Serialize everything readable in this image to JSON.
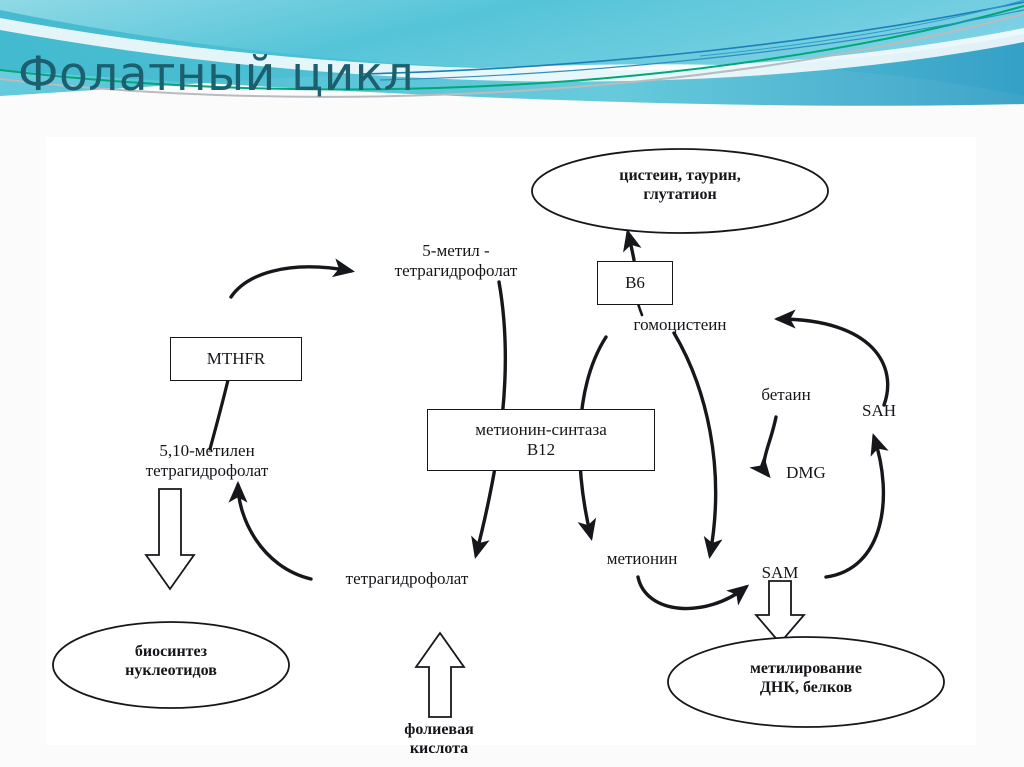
{
  "slide": {
    "title": "Фолатный цикл",
    "title_color": "#1c5f6e",
    "background_color": "#fbfbfc",
    "panel_color": "#ffffff"
  },
  "theme": {
    "wave_teal": "#39b9cd",
    "wave_light": "#a9e1ec",
    "wave_green": "#00a878",
    "wave_blue": "#1c7fb5",
    "wave_gray": "#b8bcc0",
    "stroke": "#15171b"
  },
  "diagram": {
    "type": "biochemical-pathway",
    "name": "folate-cycle",
    "nodes": [
      {
        "id": "cysteine-taurine-glutathione",
        "shape": "ellipse",
        "bold": true,
        "label": "цистеин, таурин,\nглутатион"
      },
      {
        "id": "b6",
        "shape": "box",
        "label": "B6"
      },
      {
        "id": "homocysteine",
        "shape": "plain",
        "label": "гомоцистеин"
      },
      {
        "id": "methyl-thf",
        "shape": "plain",
        "label": "5-метил -\nтетрагидрофолат"
      },
      {
        "id": "mthfr",
        "shape": "box",
        "label": "MTHFR"
      },
      {
        "id": "methylene-thf",
        "shape": "plain",
        "label": "5,10-метилен\nтетрагидрофолат"
      },
      {
        "id": "methionine-synthase-b12",
        "shape": "box",
        "label": "метионин-синтаза\nB12"
      },
      {
        "id": "betaine",
        "shape": "plain",
        "label": "бетаин"
      },
      {
        "id": "sah",
        "shape": "plain",
        "label": "SAH"
      },
      {
        "id": "dmg",
        "shape": "plain",
        "label": "DMG"
      },
      {
        "id": "thf",
        "shape": "plain",
        "label": "тетрагидрофолат"
      },
      {
        "id": "methionine",
        "shape": "plain",
        "label": "метионин"
      },
      {
        "id": "sam",
        "shape": "plain",
        "label": "SAM"
      },
      {
        "id": "nucleotide-biosynthesis",
        "shape": "ellipse",
        "bold": true,
        "label": "биосинтез\nнуклеотидов"
      },
      {
        "id": "folic-acid",
        "shape": "plain",
        "bold": true,
        "label": "фолиевая\nкислота"
      },
      {
        "id": "dna-protein-methylation",
        "shape": "ellipse",
        "bold": true,
        "label": "метилирование\nДНК, белков"
      }
    ],
    "edges": [
      {
        "from": "b6",
        "to": "cysteine-taurine-glutathione",
        "style": "solid-arrow"
      },
      {
        "from": "homocysteine",
        "to": "b6",
        "style": "solid-line"
      },
      {
        "from": "methylene-thf",
        "to": "methyl-thf",
        "style": "curved-arrow",
        "via": "mthfr"
      },
      {
        "from": "methyl-thf",
        "to": "thf",
        "style": "curved-arrow",
        "via": "methionine-synthase-b12"
      },
      {
        "from": "homocysteine",
        "to": "methionine",
        "style": "curved-arrow",
        "via": "methionine-synthase-b12"
      },
      {
        "from": "thf",
        "to": "methylene-thf",
        "style": "curved-arrow"
      },
      {
        "from": "homocysteine",
        "to": "methionine",
        "style": "curved-arrow",
        "label": "betaine-pathway"
      },
      {
        "from": "betaine",
        "to": "dmg",
        "style": "curved-arrow"
      },
      {
        "from": "methionine",
        "to": "sam",
        "style": "curved-arrow"
      },
      {
        "from": "sam",
        "to": "sah",
        "style": "curved-arrow"
      },
      {
        "from": "sah",
        "to": "homocysteine",
        "style": "curved-arrow"
      },
      {
        "from": "methylene-thf",
        "to": "nucleotide-biosynthesis",
        "style": "block-arrow-down"
      },
      {
        "from": "folic-acid",
        "to": "thf",
        "style": "block-arrow-up"
      },
      {
        "from": "sam",
        "to": "dna-protein-methylation",
        "style": "block-arrow-down"
      }
    ]
  },
  "labels": {
    "cysteine_taurine_glutathione_l1": "цистеин, таурин,",
    "cysteine_taurine_glutathione_l2": "глутатион",
    "b6": "B6",
    "homocysteine": "гомоцистеин",
    "methyl_thf_l1": "5-метил -",
    "methyl_thf_l2": "тетрагидрофолат",
    "mthfr": "MTHFR",
    "methylene_thf_l1": "5,10-метилен",
    "methylene_thf_l2": "тетрагидрофолат",
    "methionine_synthase_l1": "метионин-синтаза",
    "methionine_synthase_l2": "B12",
    "betaine": "бетаин",
    "sah": "SAH",
    "dmg": "DMG",
    "thf": "тетрагидрофолат",
    "methionine": "метионин",
    "sam": "SAM",
    "nucleotide_biosynthesis_l1": "биосинтез",
    "nucleotide_biosynthesis_l2": "нуклеотидов",
    "folic_acid_l1": "фолиевая",
    "folic_acid_l2": "кислота",
    "dna_methylation_l1": "метилирование",
    "dna_methylation_l2": "ДНК, белков"
  }
}
